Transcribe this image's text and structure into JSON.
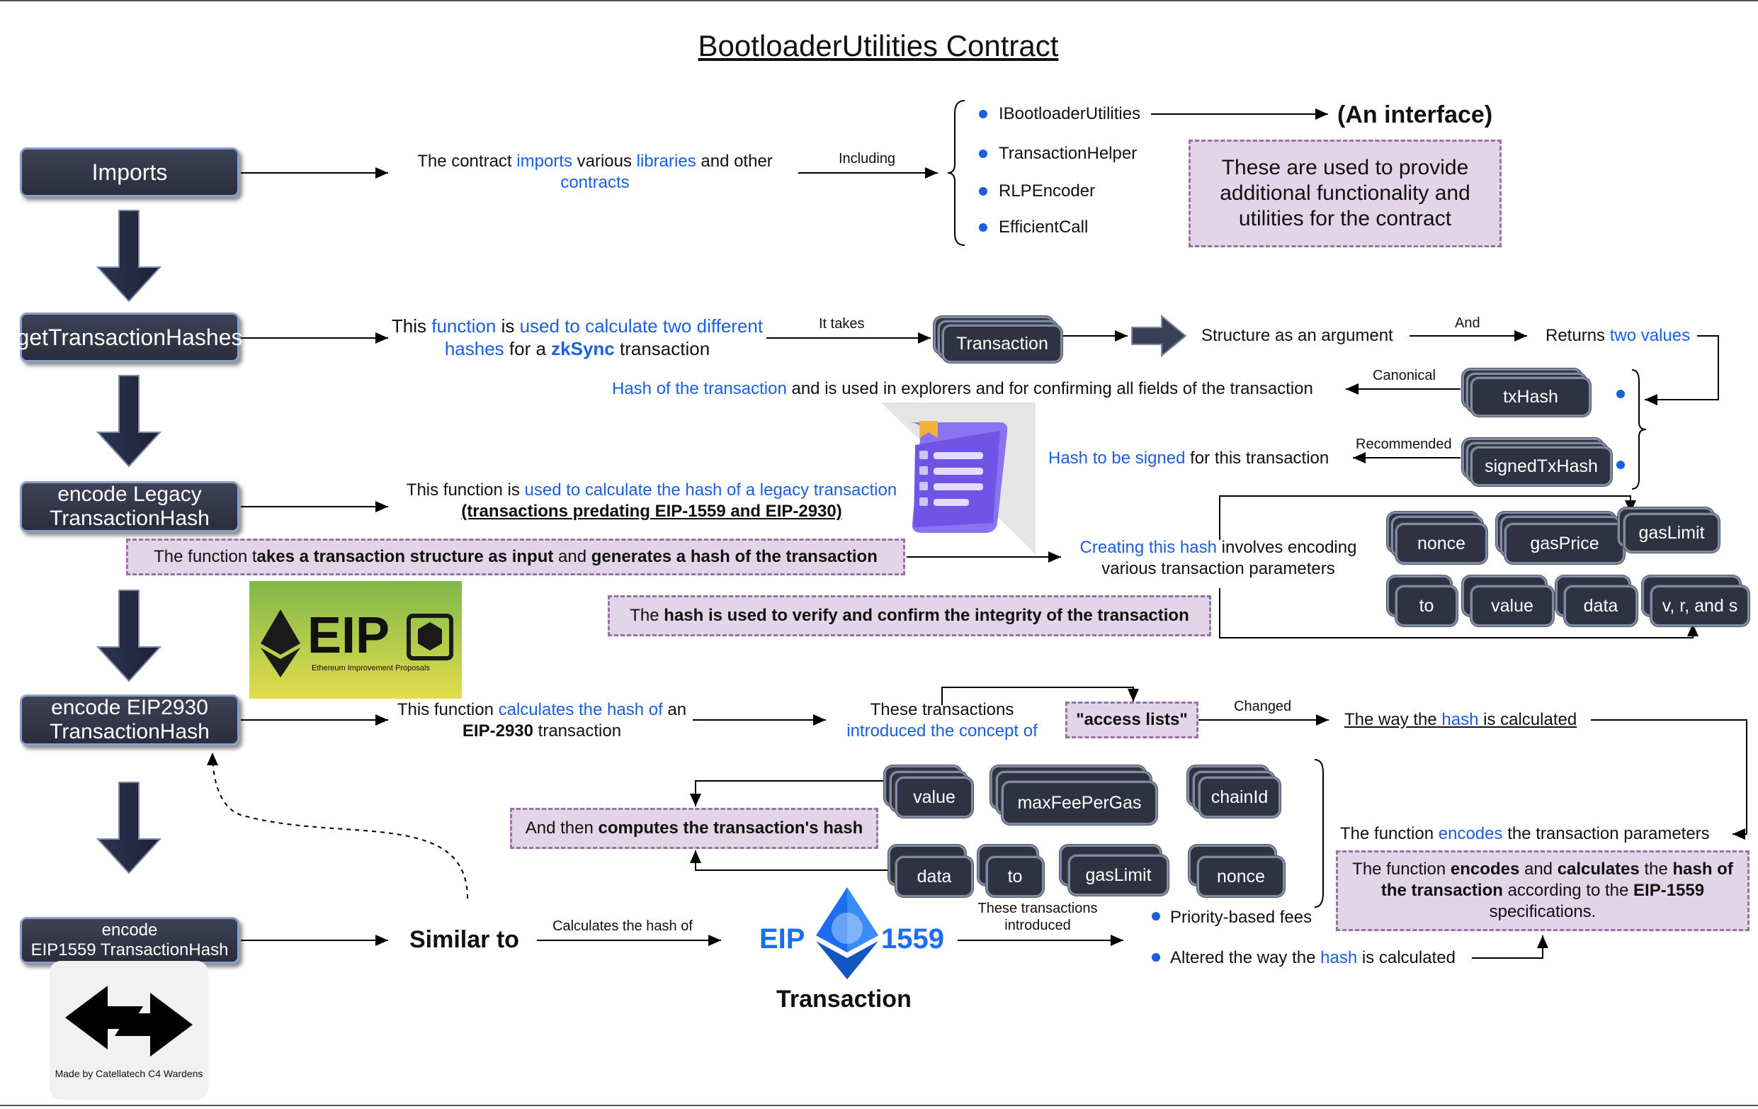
{
  "title": "BootloaderUtilities Contract",
  "flow": {
    "imports": "Imports",
    "get_hashes": "getTransactionHashes",
    "legacy_l1": "encode Legacy",
    "legacy_l2": "TransactionHash",
    "eip2930_l1": "encode EIP2930",
    "eip2930_l2": "TransactionHash",
    "eip1559_l1": "encode",
    "eip1559_l2": "EIP1559 TransactionHash"
  },
  "imports_section": {
    "desc_1": "The contract",
    "desc_2": "imports",
    "desc_3": "various",
    "desc_4": "libraries",
    "desc_5": "and other",
    "desc_6": "contracts",
    "including": "Including",
    "items": [
      "IBootloaderUtilities",
      "TransactionHelper",
      "RLPEncoder",
      "EfficientCall"
    ],
    "interface": "(An interface)",
    "note": "These are used to provide additional functionality and utilities for the contract"
  },
  "hashes_section": {
    "desc_1": "This",
    "desc_2": "function",
    "desc_3": "is",
    "desc_4": "used to calculate two different",
    "desc_5": "hashes",
    "desc_6": "for a",
    "desc_7": "zkSync",
    "desc_8": "transaction",
    "it_takes": "It takes",
    "transaction": "Transaction",
    "structure": "Structure as an argument",
    "and": "And",
    "returns_1": "Returns",
    "returns_2": "two values",
    "canonical": "Canonical",
    "txhash": "txHash",
    "txhash_desc_1": "Hash of the transaction",
    "txhash_desc_2": "and is used in explorers and for confirming all fields of the transaction",
    "recommended": "Recommended",
    "signed": "signedTxHash",
    "signed_desc_1": "Hash to be signed",
    "signed_desc_2": "for this transaction"
  },
  "legacy_section": {
    "desc_1": "This function is",
    "desc_2": "used to calculate the hash of a legacy transaction",
    "desc_3": "(transactions predating EIP-1559 and EIP-2930)",
    "note_1": "The function t",
    "note_2": "akes a transaction structure as input",
    "note_3": "and",
    "note_4": "generates a hash of the transaction",
    "creating_1": "Creating this hash",
    "creating_2": "involves encoding",
    "creating_3": "various transaction parameters",
    "params": [
      "nonce",
      "gasPrice",
      "gasLimit",
      "to",
      "value",
      "data",
      "v, r, and s"
    ],
    "verify_1": "The",
    "verify_2": "hash is used to verify and confirm the integrity of the transaction"
  },
  "eip_logo": {
    "text": "EIP",
    "sub": "Ethereum Improvement Proposals"
  },
  "eip2930_section": {
    "desc_1": "This function",
    "desc_2": "calculates the hash of",
    "desc_3": "an",
    "desc_4": "EIP-2930",
    "desc_5": "transaction",
    "these_1": "These transactions",
    "these_2": "introduced the concept of",
    "access": "\"access lists\"",
    "changed": "Changed",
    "way_1": "The way the",
    "way_2": "hash",
    "way_3": "is calculated",
    "encodes_1": "The function",
    "encodes_2": "encodes",
    "encodes_3": "the transaction parameters",
    "params": [
      "value",
      "maxFeePerGas",
      "chainId",
      "data",
      "to",
      "gasLimit",
      "nonce"
    ],
    "computes_1": "And then",
    "computes_2": "computes the transaction's hash"
  },
  "eip1559_section": {
    "similar": "Similar to",
    "calc": "Calculates the hash of",
    "eip": "EIP",
    "num": "1559",
    "transaction": "Transaction",
    "introduced_1": "These transactions",
    "introduced_2": "introduced",
    "bullet_1": "Priority-based fees",
    "bullet_2a": "Altered the way the",
    "bullet_2b": "hash",
    "bullet_2c": "is calculated",
    "note_1": "The function",
    "note_2": "encodes",
    "note_3": "and",
    "note_4": "calculates",
    "note_5": "the",
    "note_6": "hash of",
    "note_7": "the transaction",
    "note_8": "according to the",
    "note_9": "EIP-1559",
    "note_10": "specifications."
  },
  "credit": "Made by Catellatech C4 Wardens",
  "colors": {
    "accent": "#1a5fe0",
    "box": "#2f3240",
    "note": "#e1d5e7",
    "note_border": "#9673a6"
  }
}
